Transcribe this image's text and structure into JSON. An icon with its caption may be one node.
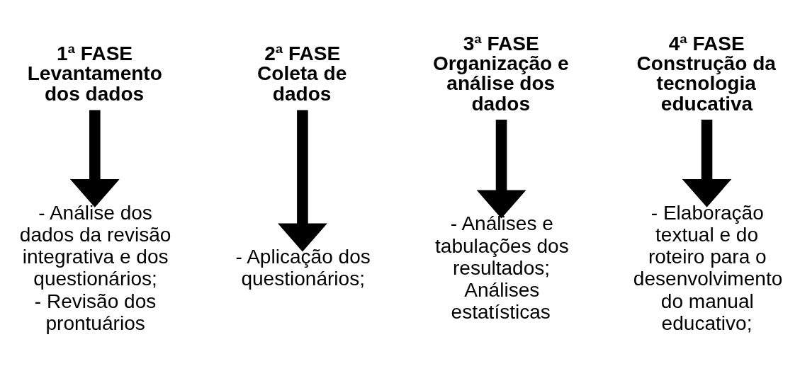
{
  "diagram": {
    "nodes": [
      {
        "text": [
          "1ª FASE",
          "Levantamento dos dados"
        ]
      },
      {
        "text": [
          "- Análise dos dados da revisão integrativa e dos questionários;",
          "- Revisão dos prontuários"
        ]
      },
      {
        "text": [
          "2ª FASE",
          "Coleta de dados"
        ]
      },
      {
        "text": [
          "- Aplicação dos questionários;"
        ]
      },
      {
        "text": [
          "3ª FASE",
          "Organização e análise dos dados"
        ]
      },
      {
        "text": [
          "- Análises e tabulações dos resultados;",
          "Análises estatísticas"
        ]
      },
      {
        "text": [
          "4ª FASE",
          "Construção da tecnologia educativa"
        ]
      },
      {
        "text": [
          "- Elaboração textual e do roteiro para o desenvolvimento do manual educativo;"
        ]
      }
    ],
    "edges": [
      {
        "from": 0,
        "to": 1,
        "arrow": "to"
      },
      {
        "from": 2,
        "to": 3,
        "arrow": "to"
      },
      {
        "from": 4,
        "to": 5,
        "arrow": "to"
      },
      {
        "from": 6,
        "to": 7,
        "arrow": "to"
      }
    ]
  }
}
